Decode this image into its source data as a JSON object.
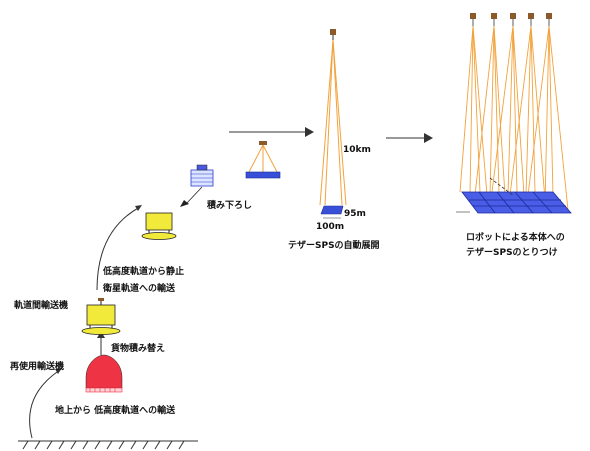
{
  "labels": {
    "ground_to_leo": "地上から 低高度軌道への輸送",
    "reusable_vehicle": "再使用輸送機",
    "cargo_transfer": "貨物積み替え",
    "orbit_transfer_vehicle": "軌道間輸送機",
    "leo_to_geo_line1": "低高度軌道から静止",
    "leo_to_geo_line2": "衛星軌道への輸送",
    "unloading": "積み下ろし",
    "tether_deploy": "テザーSPSの自動展開",
    "dim_10km": "10km",
    "dim_95m": "95m",
    "dim_100m": "100m",
    "robot_attach_line1": "ロボットによる本体への",
    "robot_attach_line2": "テザーSPSのとりつけ"
  },
  "colors": {
    "tether": "#f2a23c",
    "panel_blue": "#3a4fd8",
    "vehicle_yellow": "#f2ea3a",
    "reusable_red": "#ee3344",
    "line": "#333333"
  },
  "icons": {
    "reusable": "reusable-vehicle-icon",
    "otv": "orbit-transfer-vehicle-icon",
    "cargo": "cargo-module-icon",
    "sps": "tether-sps-icon"
  }
}
